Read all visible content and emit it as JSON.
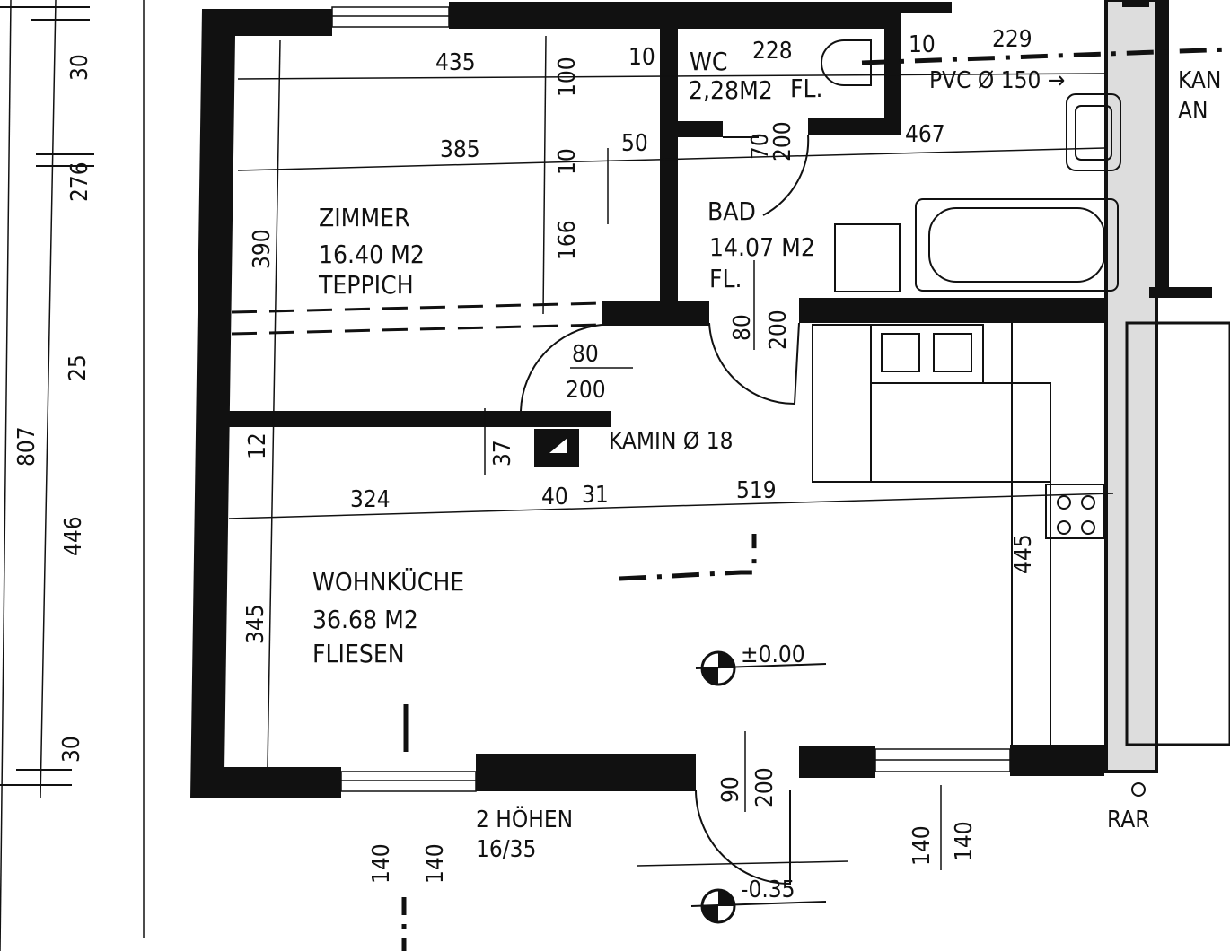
{
  "rooms": {
    "zimmer": {
      "name": "ZIMMER",
      "area": "16.40 M2",
      "floor": "TEPPICH"
    },
    "wc": {
      "name": "WC",
      "area": "2,28M2",
      "floor": "FL."
    },
    "bad": {
      "name": "BAD",
      "area": "14.07 M2",
      "floor": "FL."
    },
    "wohnkueche": {
      "name": "WOHNKÜCHE",
      "area": "36.68 M2",
      "floor": "FLIESEN"
    }
  },
  "annotations": {
    "pvc": "PVC Ø 150 →",
    "kamin": "KAMIN Ø 18",
    "level_main": "±0.00",
    "level_outside": "-0.35",
    "window_note_1": "2 HÖHEN",
    "window_note_2": "16/35",
    "rar": "RAR",
    "right_text_1": "KAN",
    "right_text_2": "AN"
  },
  "dimensions": {
    "d435": "435",
    "d10a": "10",
    "d228": "228",
    "d10b": "10",
    "d229": "229",
    "d385": "385",
    "d50": "50",
    "d467": "467",
    "d100": "100",
    "d10c": "10",
    "d166": "166",
    "d390": "390",
    "d70": "70",
    "d200a": "200",
    "d80a": "80",
    "d200b": "200",
    "d80b": "80",
    "d200c": "200",
    "d12": "12",
    "d37": "37",
    "d324": "324",
    "d40": "40",
    "d31": "31",
    "d519": "519",
    "d345": "345",
    "d445": "445",
    "d90": "90",
    "d200d": "200",
    "d140a": "140",
    "d140b": "140",
    "d140c": "140",
    "d140d": "140",
    "left_30a": "30",
    "left_276": "276",
    "left_25": "25",
    "left_807": "807",
    "left_446": "446",
    "left_30b": "30"
  }
}
